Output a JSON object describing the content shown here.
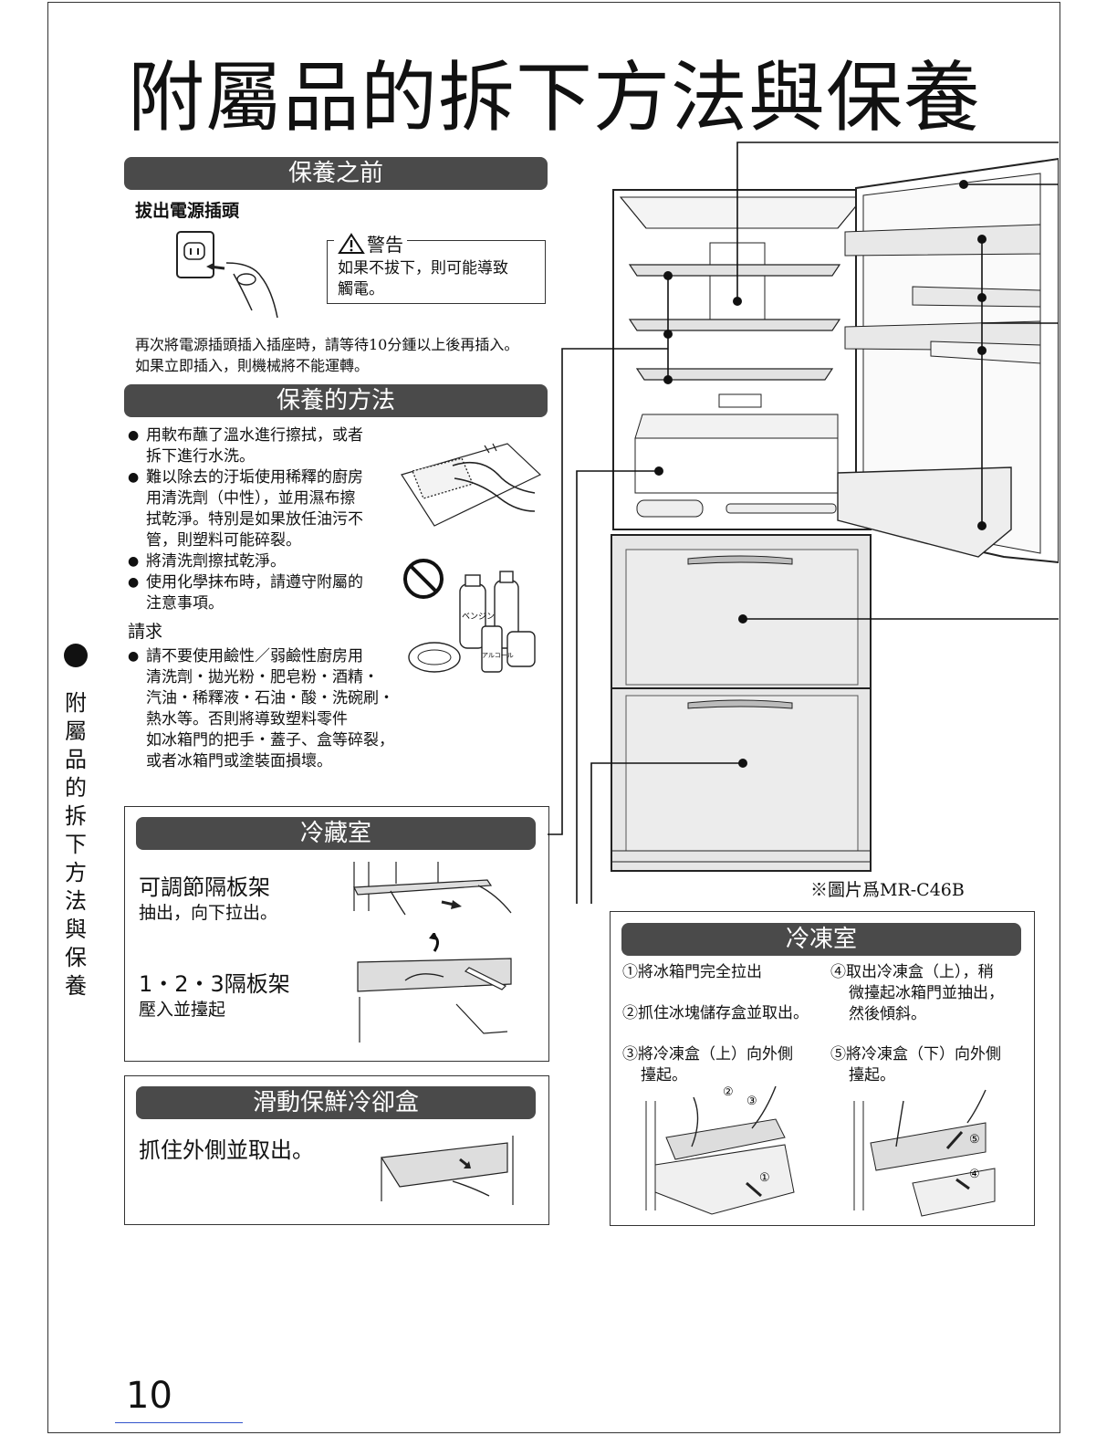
{
  "page": {
    "title": "附屬品的拆下方法與保養",
    "page_number": "10",
    "side_tab": [
      "附",
      "屬",
      "品",
      "的",
      "拆",
      "下",
      "方",
      "法",
      "與",
      "保",
      "養"
    ],
    "figure_note": "※圖片爲MR-C46B"
  },
  "before_care": {
    "header": "保養之前",
    "subtitle": "拔出電源插頭",
    "warning_label": "警告",
    "warning_text": [
      "如果不拔下，則可能導致",
      "觸電。"
    ],
    "note": [
      "再次將電源插頭插入插座時，請等待10分鍾以上後再插入。",
      "如果立即插入，則機械將不能運轉。"
    ]
  },
  "care_method": {
    "header": "保養的方法",
    "items": [
      [
        "用軟布蘸了溫水進行擦拭，或者",
        "拆下進行水洗。"
      ],
      [
        "難以除去的汙垢使用稀釋的廚房",
        "用清洗劑（中性），並用濕布擦",
        "拭乾淨。特別是如果放任油污不",
        "管，則塑料可能碎裂。"
      ],
      [
        "將清洗劑擦拭乾淨。"
      ],
      [
        "使用化學抹布時，請遵守附屬的",
        "注意事項。"
      ]
    ],
    "request_label": "請求",
    "request_items": [
      [
        "請不要使用鹼性／弱鹼性廚房用",
        "清洗劑・拋光粉・肥皂粉・酒精・",
        "汽油・稀釋液・石油・酸・洗碗刷・",
        "熱水等。否則將導致塑料零件",
        "如冰箱門的把手・蓋子、盒等碎裂，",
        "或者冰箱門或塗裝面損壞。"
      ]
    ]
  },
  "refrigerator": {
    "header": "冷藏室",
    "shelf_title": "可調節隔板架",
    "shelf_desc": "抽出，向下拉出。",
    "shelves_title": "1・2・3隔板架",
    "shelves_desc": "壓入並擡起"
  },
  "chilled_box": {
    "header": "滑動保鮮冷卻盒",
    "desc": "抓住外側並取出。"
  },
  "freezer": {
    "header": "冷凍室",
    "steps": [
      {
        "num": "①",
        "lines": [
          "將冰箱門完全拉出"
        ]
      },
      {
        "num": "②",
        "lines": [
          "抓住冰塊儲存盒並取出。"
        ]
      },
      {
        "num": "③",
        "lines": [
          "將冷凍盒（上）向外側",
          "擡起。"
        ]
      },
      {
        "num": "④",
        "lines": [
          "取出冷凍盒（上），稍",
          "微擡起冰箱門並抽出，",
          "然後傾斜。"
        ]
      },
      {
        "num": "⑤",
        "lines": [
          "將冷凍盒（下）向外側",
          "擡起。"
        ]
      }
    ]
  },
  "illustration_labels": {
    "bottle_1": "ベンジン",
    "bottle_2": "アルコール"
  }
}
